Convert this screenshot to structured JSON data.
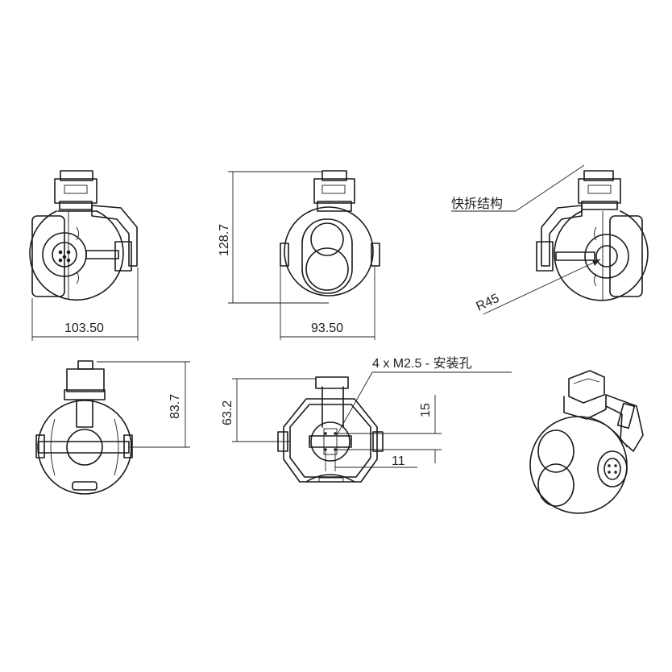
{
  "dimensions": {
    "side_width": "103.50",
    "front_width": "93.50",
    "front_height": "128.7",
    "bottom_height": "83.7",
    "mount_height": "63.2",
    "hole_offset_v": "15",
    "hole_offset_h": "11",
    "radius": "R45"
  },
  "annotations": {
    "quick_release": "快拆结构",
    "mount_holes": "4 x  M2.5 - 安装孔"
  }
}
